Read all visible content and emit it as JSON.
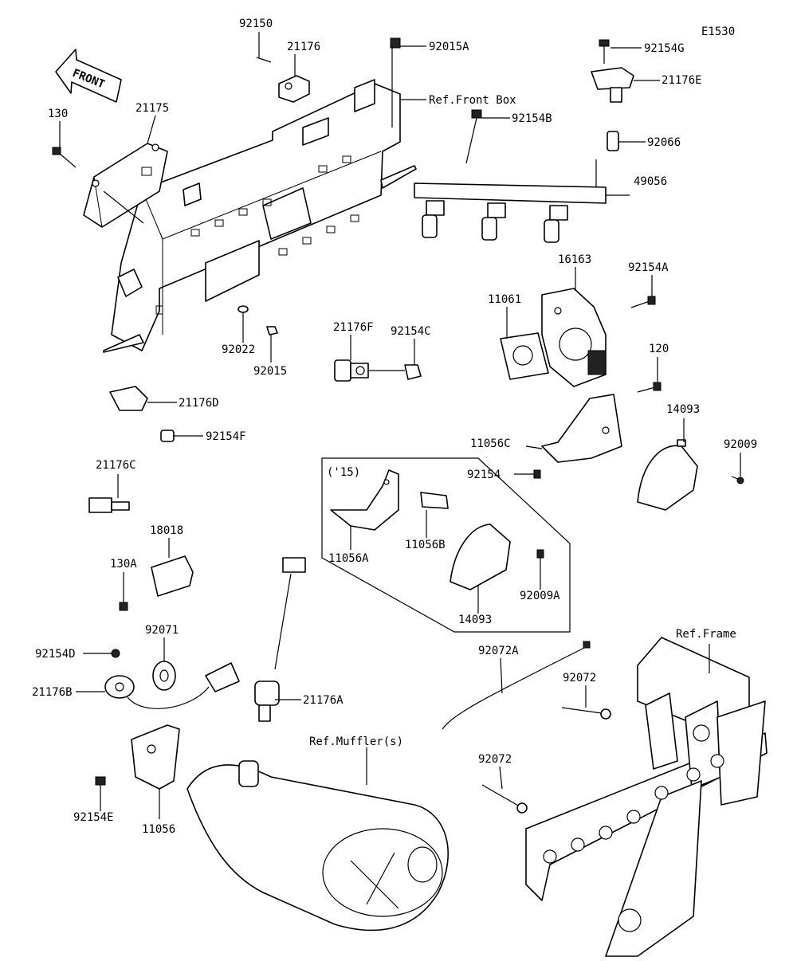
{
  "diagram_code": "E1530",
  "front_arrow": "FRONT",
  "labels": {
    "p92150": "92150",
    "p21176": "21176",
    "p92015A": "92015A",
    "p92154G": "92154G",
    "p21176E": "21176E",
    "refFrontBox": "Ref.Front Box",
    "p130": "130",
    "p21175": "21175",
    "p92154B": "92154B",
    "p92066": "92066",
    "p49056": "49056",
    "p16163": "16163",
    "p92154A": "92154A",
    "p11061": "11061",
    "p21176F": "21176F",
    "p92154C": "92154C",
    "p92022": "92022",
    "p92015": "92015",
    "p120": "120",
    "p21176D": "21176D",
    "p92154F": "92154F",
    "p14093a": "14093",
    "p92009": "92009",
    "p11056C": "11056C",
    "p92154": "92154",
    "p21176C": "21176C",
    "year15": "('15)",
    "p11056A": "11056A",
    "p11056B": "11056B",
    "p92009A": "92009A",
    "p14093b": "14093",
    "p18018": "18018",
    "p130A": "130A",
    "p92071": "92071",
    "p92154D": "92154D",
    "p21176B": "21176B",
    "p21176A": "21176A",
    "refMuffler": "Ref.Muffler(s)",
    "p92072A": "92072A",
    "refFrame": "Ref.Frame",
    "p92072a": "92072",
    "p92072b": "92072",
    "p92154E": "92154E",
    "p11056": "11056"
  }
}
